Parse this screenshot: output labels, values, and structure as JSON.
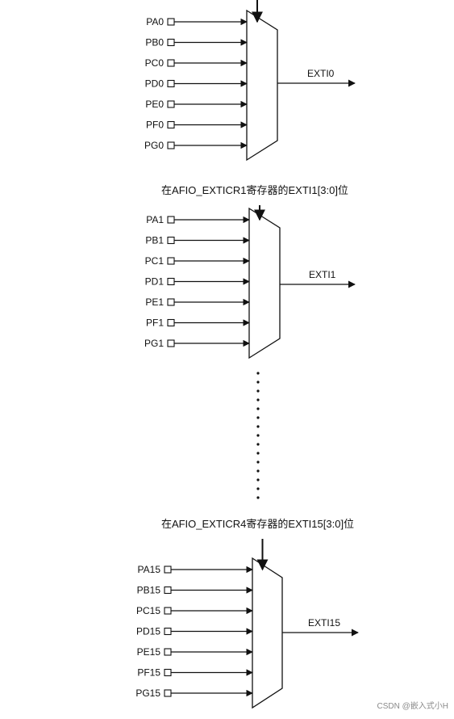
{
  "groups": [
    {
      "selector": "",
      "inputs": [
        "PA0",
        "PB0",
        "PC0",
        "PD0",
        "PE0",
        "PF0",
        "PG0"
      ],
      "output": "EXTI0"
    },
    {
      "selector": "在AFIO_EXTICR1寄存器的EXTI1[3:0]位",
      "inputs": [
        "PA1",
        "PB1",
        "PC1",
        "PD1",
        "PE1",
        "PF1",
        "PG1"
      ],
      "output": "EXTI1"
    },
    {
      "selector": "在AFIO_EXTICR4寄存器的EXTI15[3:0]位",
      "inputs": [
        "PA15",
        "PB15",
        "PC15",
        "PD15",
        "PE15",
        "PF15",
        "PG15"
      ],
      "output": "EXTI15"
    }
  ],
  "watermark": "CSDN @嵌入式小H"
}
